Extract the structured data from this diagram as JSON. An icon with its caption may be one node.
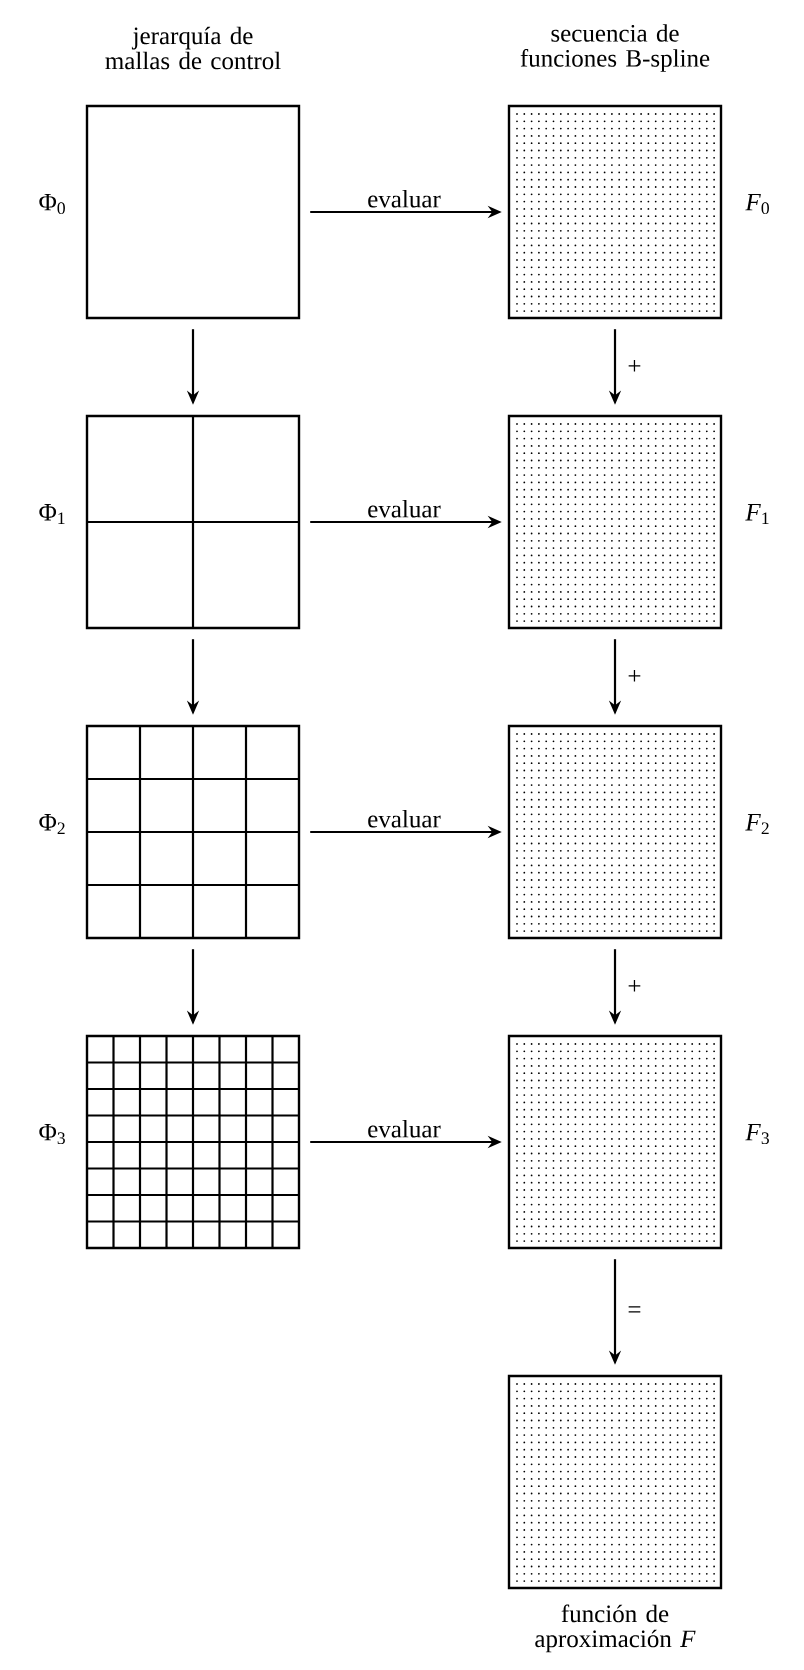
{
  "diagram": {
    "nodes": [
      {
        "text": [],
        "shape": "box",
        "beside": [
          "Φ$_{0}$"
        ]
      },
      {
        "text": [],
        "shape": "box",
        "beside": [
          "Φ$_{1}$"
        ]
      },
      {
        "text": [],
        "shape": "box",
        "beside": [
          "Φ$_{2}$"
        ]
      },
      {
        "text": [],
        "shape": "box",
        "beside": [
          "Φ$_{3}$"
        ]
      },
      {
        "text": [],
        "shape": "box",
        "beside": [
          "*F*$_{0}$"
        ]
      },
      {
        "text": [],
        "shape": "box",
        "beside": [
          "*F*$_{1}$"
        ]
      },
      {
        "text": [],
        "shape": "box",
        "beside": [
          "*F*$_{2}$"
        ]
      },
      {
        "text": [],
        "shape": "box",
        "beside": [
          "*F*$_{3}$"
        ]
      },
      {
        "text": [],
        "shape": "box",
        "beside": [
          "función de aproximación *F*"
        ]
      }
    ],
    "edges": [
      {
        "from": 0,
        "to": 4,
        "arrow": "to",
        "label": "evaluar"
      },
      {
        "from": 0,
        "to": 1,
        "arrow": "to"
      },
      {
        "from": 4,
        "to": 5,
        "arrow": "to",
        "label": "+"
      },
      {
        "from": 1,
        "to": 5,
        "arrow": "to",
        "label": "evaluar"
      },
      {
        "from": 1,
        "to": 2,
        "arrow": "to"
      },
      {
        "from": 5,
        "to": 6,
        "arrow": "to",
        "label": "+"
      },
      {
        "from": 2,
        "to": 6,
        "arrow": "to",
        "label": "evaluar"
      },
      {
        "from": 2,
        "to": 3,
        "arrow": "to"
      },
      {
        "from": 6,
        "to": 7,
        "arrow": "to",
        "label": "+"
      },
      {
        "from": 3,
        "to": 7,
        "arrow": "to",
        "label": "evaluar"
      },
      {
        "from": 7,
        "to": 8,
        "arrow": "to",
        "label": "="
      }
    ],
    "labels": [
      "jerarquía de mallas de control",
      "secuencia de funciones B-spline"
    ]
  }
}
